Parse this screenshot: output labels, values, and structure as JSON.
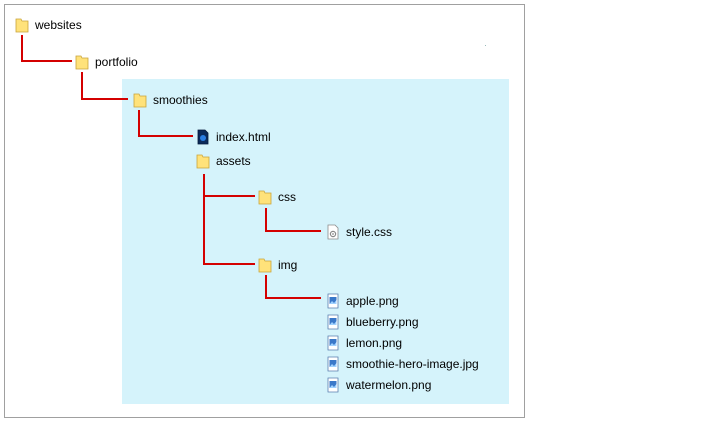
{
  "tree": {
    "folders": {
      "websites": "websites",
      "portfolio": "portfolio",
      "smoothies": "smoothies",
      "assets": "assets",
      "css": "css",
      "img": "img"
    },
    "files": {
      "index_html": "index.html",
      "style_css": "style.css",
      "images": [
        "apple.png",
        "blueberry.png",
        "lemon.png",
        "smoothie-hero-image.jpg",
        "watermelon.png"
      ]
    }
  },
  "colors": {
    "connector": "#d40000",
    "highlight": "#d5f3fb",
    "folder": "#ffe27a",
    "frame_border": "#a0a0a0"
  },
  "icons": {
    "folder": "folder-icon",
    "html_file": "html-file-icon",
    "css_file": "css-file-icon",
    "image_file": "image-file-icon"
  }
}
